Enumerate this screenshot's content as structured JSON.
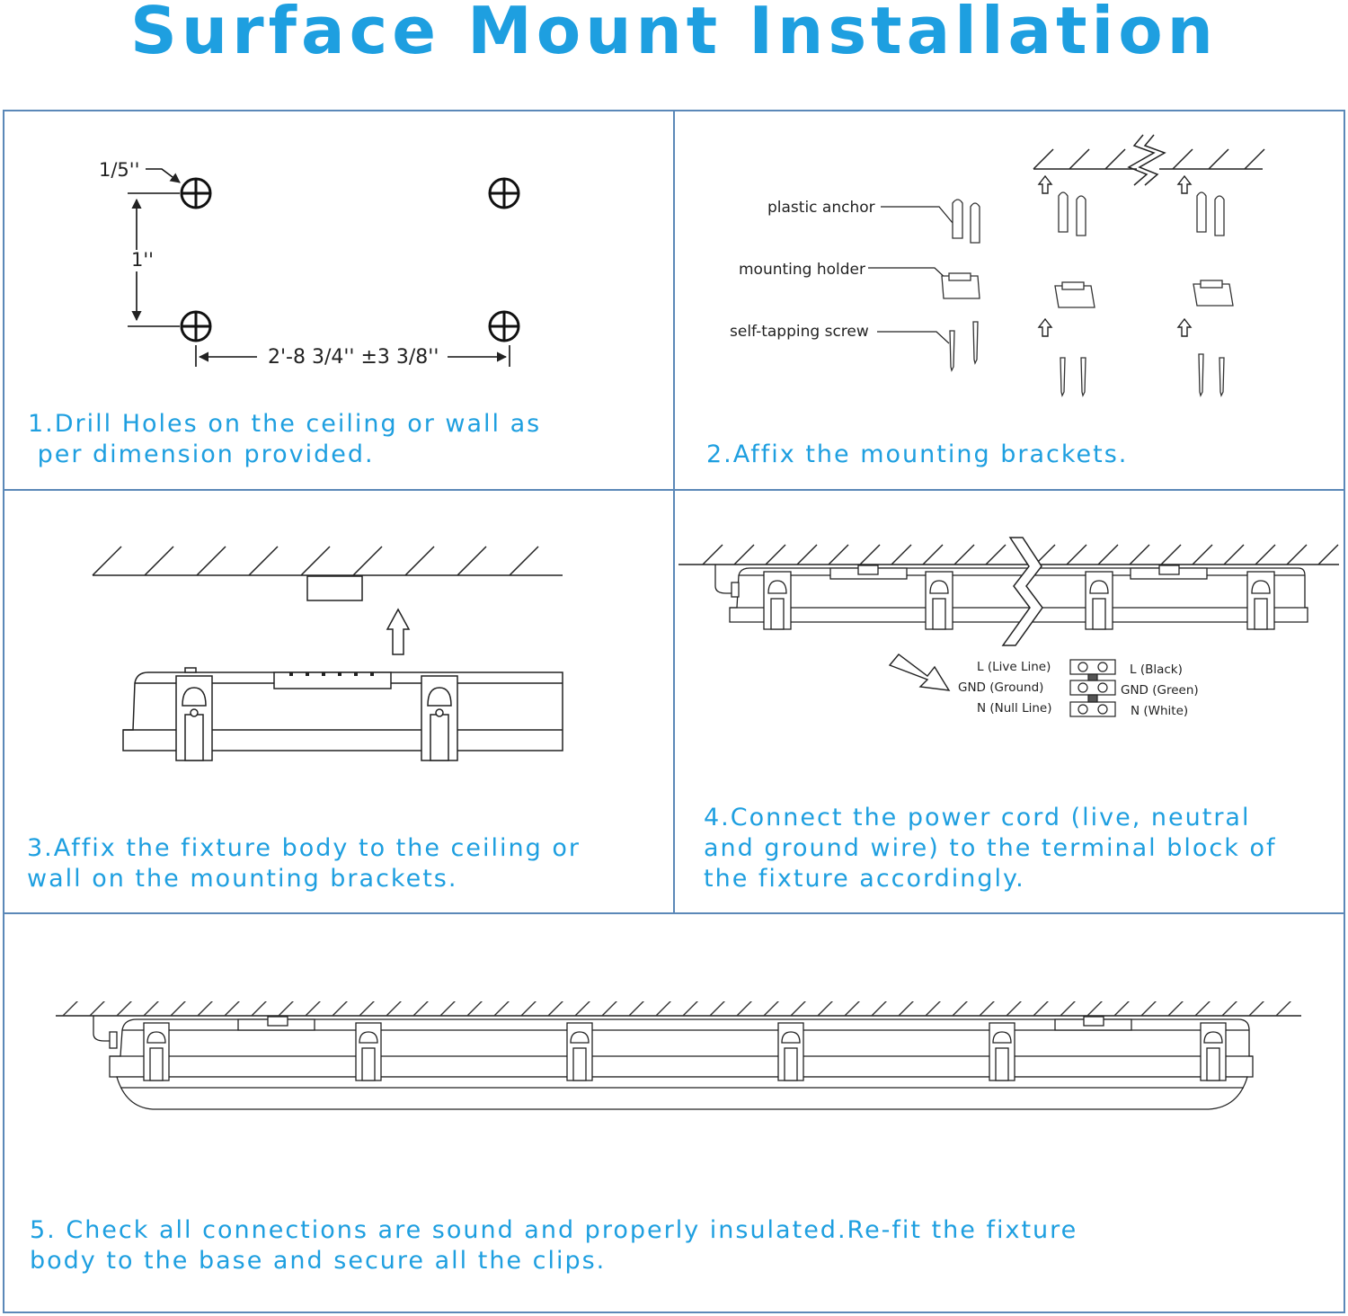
{
  "title": "Surface Mount Installation",
  "colors": {
    "accent": "#1e9fe0",
    "border": "#5b88b8",
    "line": "#222222"
  },
  "step1": {
    "text": "1.Drill Holes on the ceiling or wall as\n per dimension provided.",
    "dim_top": "1/5''",
    "dim_vertical": "1''",
    "dim_horizontal": "2'-8 3/4'' ±3 3/8''"
  },
  "step2": {
    "text": "2.Affix the mounting brackets.",
    "plastic_anchor": "plastic anchor",
    "mounting_holder": "mounting holder",
    "self_tapping_screw": "self-tapping screw"
  },
  "step3": {
    "text": "3.Affix the fixture body to the ceiling or\nwall on the mounting brackets."
  },
  "step4": {
    "text": "4.Connect the power cord (live, neutral\nand ground wire) to the terminal block of\nthe fixture accordingly.",
    "wire_live": "L  (Live Line)",
    "wire_ground": "GND  (Ground)",
    "wire_null": "N  (Null Line)",
    "term_black": "L  (Black)",
    "term_green": "GND  (Green)",
    "term_white": "N  (White)"
  },
  "step5": {
    "text": "5. Check all connections are sound and properly insulated.Re-fit the fixture\nbody to the base and secure all the clips."
  }
}
